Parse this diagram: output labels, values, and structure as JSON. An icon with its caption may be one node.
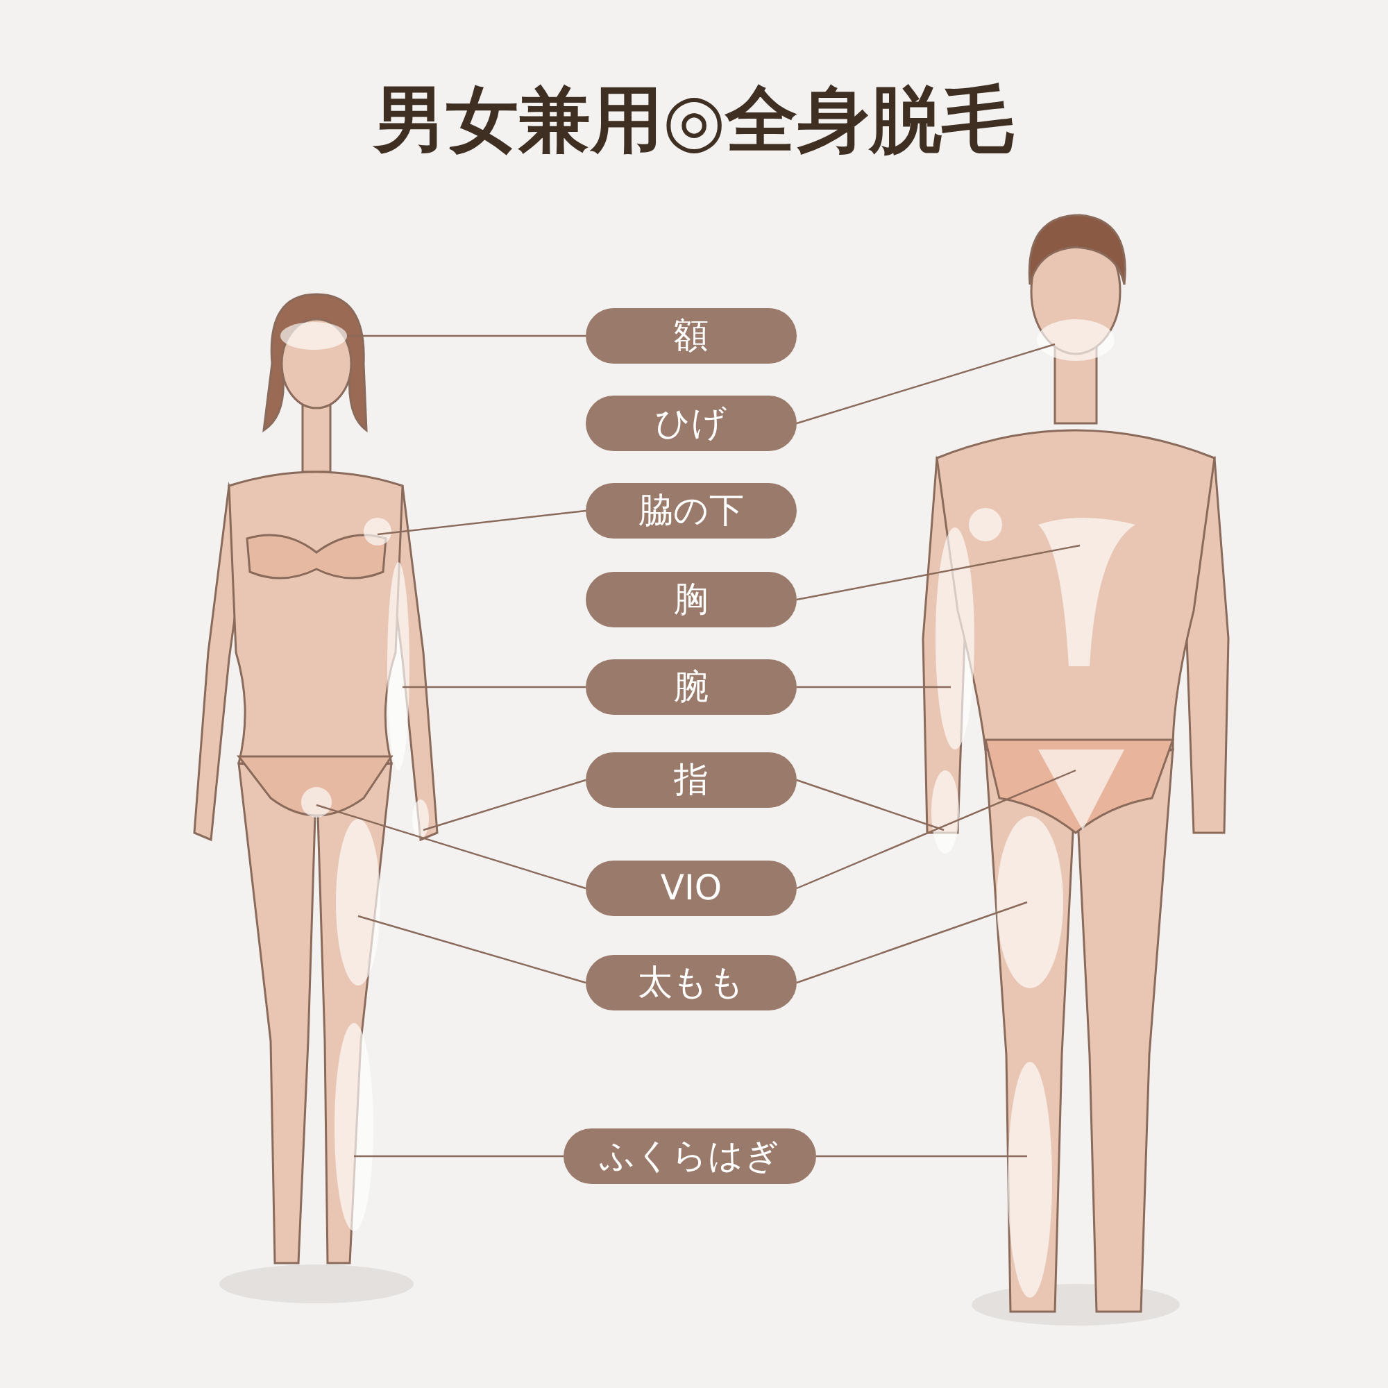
{
  "diagram": {
    "title": "男女兼用◎全身脱毛",
    "nodes": [
      {
        "text": [
          "額"
        ]
      },
      {
        "text": [
          "ひげ"
        ]
      },
      {
        "text": [
          "脇の下"
        ]
      },
      {
        "text": [
          "胸"
        ]
      },
      {
        "text": [
          "腕"
        ]
      },
      {
        "text": [
          "指"
        ]
      },
      {
        "text": [
          "VIO"
        ]
      },
      {
        "text": [
          "太もも"
        ]
      },
      {
        "text": [
          "ふくらはぎ"
        ]
      }
    ],
    "edges": [
      {
        "from": 0,
        "to": null,
        "arrow": "none"
      },
      {
        "from": 1,
        "to": null,
        "arrow": "none"
      },
      {
        "from": 2,
        "to": null,
        "arrow": "none"
      },
      {
        "from": 3,
        "to": null,
        "arrow": "none"
      },
      {
        "from": 4,
        "to": null,
        "arrow": "none"
      },
      {
        "from": 4,
        "to": null,
        "arrow": "none"
      },
      {
        "from": 5,
        "to": null,
        "arrow": "none"
      },
      {
        "from": 5,
        "to": null,
        "arrow": "none"
      },
      {
        "from": 6,
        "to": null,
        "arrow": "none"
      },
      {
        "from": 6,
        "to": null,
        "arrow": "none"
      },
      {
        "from": 7,
        "to": null,
        "arrow": "none"
      },
      {
        "from": 7,
        "to": null,
        "arrow": "none"
      },
      {
        "from": 8,
        "to": null,
        "arrow": "none"
      },
      {
        "from": 8,
        "to": null,
        "arrow": "none"
      }
    ]
  }
}
